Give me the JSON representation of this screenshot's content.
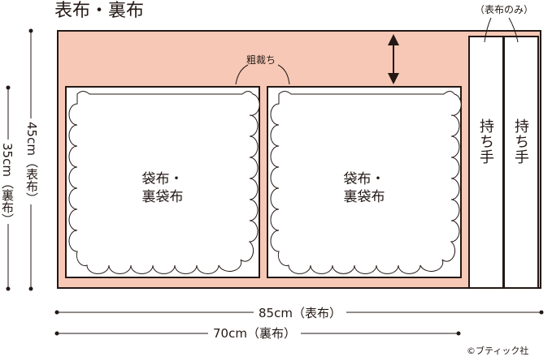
{
  "title": "表布・裏布",
  "outer_only_note": "（表布のみ）",
  "rough_cut_label": "粗裁ち",
  "bag_panels": [
    {
      "line1": "袋布・",
      "line2": "裏袋布"
    },
    {
      "line1": "袋布・",
      "line2": "裏袋布"
    }
  ],
  "straps": [
    {
      "label": "持ち手"
    },
    {
      "label": "持ち手"
    }
  ],
  "dimensions": {
    "height_outer": "45cm（表布）",
    "height_lining": "35cm（裏布）",
    "width_outer": "85cm（表布）",
    "width_lining": "70cm（裏布）"
  },
  "copyright": "©ブティック社",
  "colors": {
    "fabric_fill": "#f6c8b5",
    "line": "#231815",
    "paper": "#ffffff"
  }
}
